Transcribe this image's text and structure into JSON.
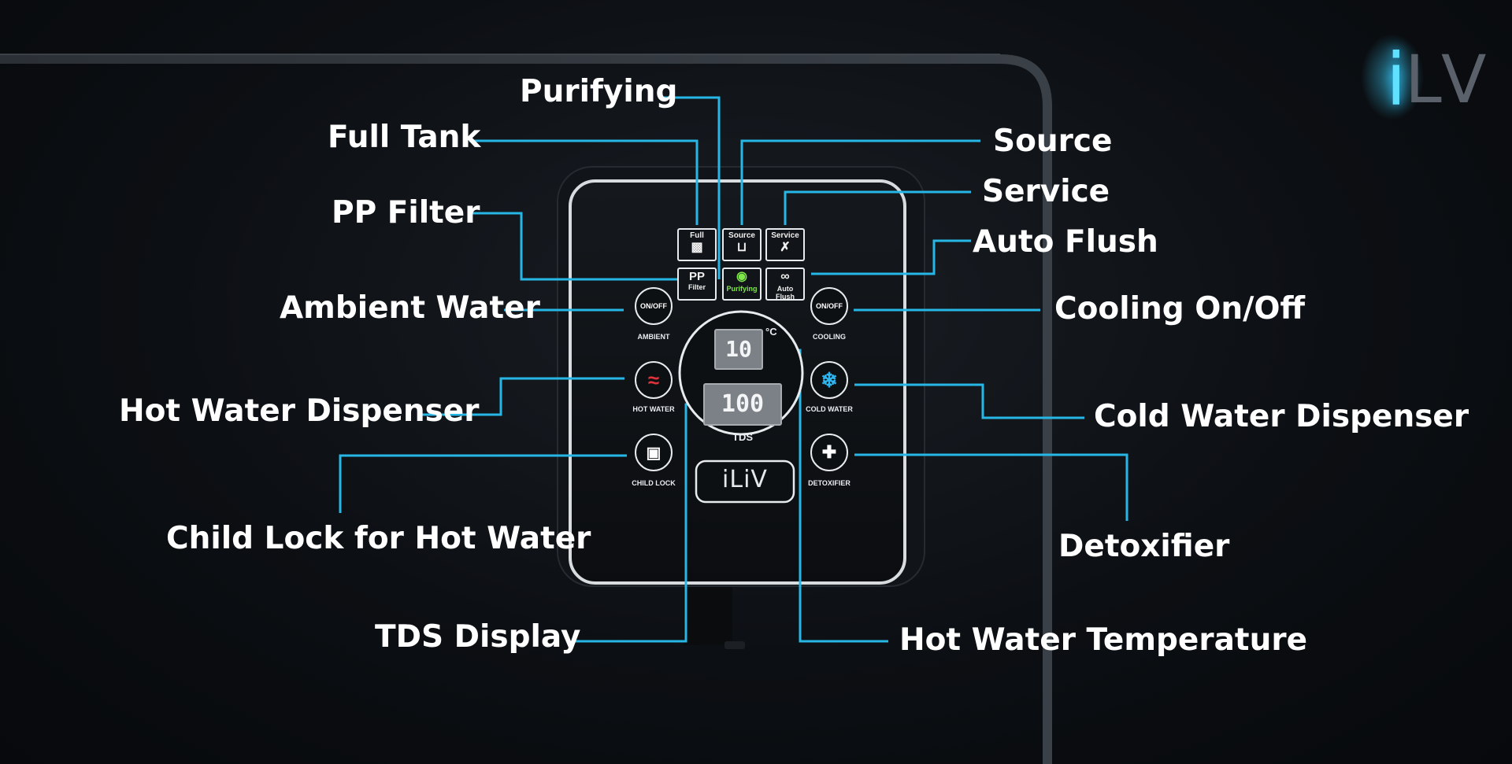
{
  "brand": {
    "logo_text_i": "i",
    "logo_text_l": "L",
    "logo_text_v": "V",
    "badge_text": "iLiV"
  },
  "colors": {
    "accent": "#27b7e6",
    "background": "#0b0e12",
    "panel": "#0e1114",
    "label": "#ffffff"
  },
  "callouts": {
    "purifying": "Purifying",
    "full_tank": "Full Tank",
    "pp_filter": "PP Filter",
    "ambient_water": "Ambient Water",
    "hot_water_dispenser": "Hot Water Dispenser",
    "child_lock": "Child Lock for Hot Water",
    "tds_display": "TDS Display",
    "source": "Source",
    "service": "Service",
    "auto_flush": "Auto Flush",
    "cooling_onoff": "Cooling On/Off",
    "cold_water_dispenser": "Cold Water Dispenser",
    "detoxifier": "Detoxifier",
    "hot_water_temperature": "Hot Water Temperature"
  },
  "panel": {
    "keys": {
      "full": "Full",
      "source": "Source",
      "service": "Service",
      "pp_big": "PP",
      "pp_small": "Filter",
      "purifying": "Purifying",
      "auto_flush": "Auto Flush"
    },
    "buttons": {
      "ambient_text": "ON/OFF",
      "ambient_label": "AMBIENT",
      "cooling_text": "ON/OFF",
      "cooling_label": "COOLING",
      "hot_label": "HOT WATER",
      "cold_label": "COLD WATER",
      "lock_label": "CHILD LOCK",
      "detox_label": "DETOXIFIER"
    },
    "display": {
      "temperature": "10",
      "unit": "°C",
      "tds_value": "100",
      "tds_label": "TDS"
    }
  },
  "icons": [
    "water-glass-icon",
    "tap-icon",
    "tools-icon",
    "water-drop-icon",
    "flush-bubbles-icon",
    "heat-waves-icon",
    "snowflake-icon",
    "padlock-icon",
    "shield-plus-icon"
  ]
}
